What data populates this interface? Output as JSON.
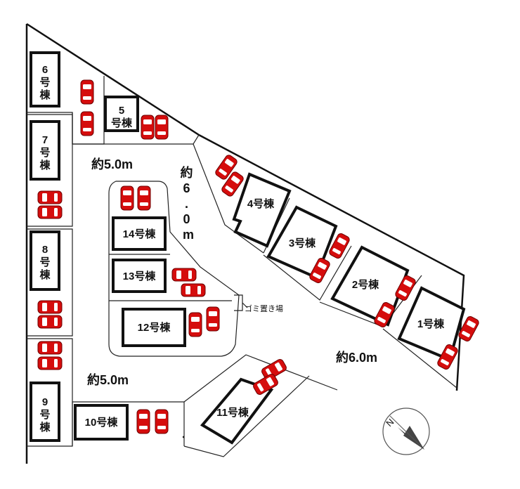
{
  "buildings": {
    "b1": "1号棟",
    "b2": "2号棟",
    "b3": "3号棟",
    "b4": "4号棟",
    "b5": "5\n号棟",
    "b6": "6\n号\n棟",
    "b7": "7\n号\n棟",
    "b8": "8\n号\n棟",
    "b9": "9\n号\n棟",
    "b10": "10号棟",
    "b11": "11号棟",
    "b12": "12号棟",
    "b13": "13号棟",
    "b14": "14号棟"
  },
  "roads": {
    "top_width": "約5.0m",
    "center_width_vertical": [
      "約",
      "6",
      ".",
      "0",
      "m"
    ],
    "bottom_width": "約5.0m",
    "right_width": "約6.0m"
  },
  "garbage_label": "ゴミ置き場",
  "compass": {
    "north_letter": "N",
    "icon": "compass-icon"
  },
  "colors": {
    "car": "#d50d0d",
    "line": "#111111"
  }
}
